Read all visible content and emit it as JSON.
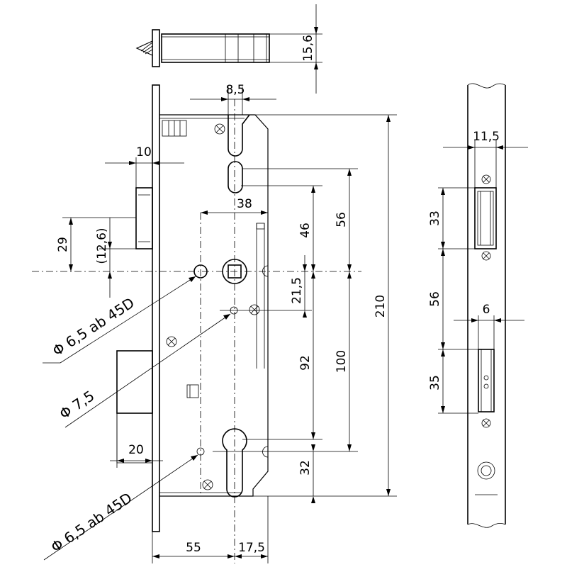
{
  "dimensions": {
    "latch_height": "15,6",
    "cam_width": "8,5",
    "latch_depth": "10",
    "backset_cam": "38",
    "latch_offset": "29",
    "latch_offset_alt": "(12,6)",
    "follower_to_cam": "46",
    "follower_to_slot": "56",
    "follower_to_hole": "21,5",
    "follower_to_cylinder": "92",
    "follower_to_cylinder_full": "100",
    "total_height": "210",
    "cylinder_offset": "32",
    "bolt_depth": "20",
    "backset": "55",
    "front_offset": "17,5",
    "strike_latch_width": "11,5",
    "strike_latch_height": "33",
    "strike_spacing": "56",
    "strike_bolt_width": "6",
    "strike_bolt_height": "35"
  },
  "callouts": {
    "hole_top": "Φ 6,5 ab 45D",
    "hole_middle": "Φ 7,5",
    "hole_bottom": "Φ 6,5 ab 45D"
  }
}
